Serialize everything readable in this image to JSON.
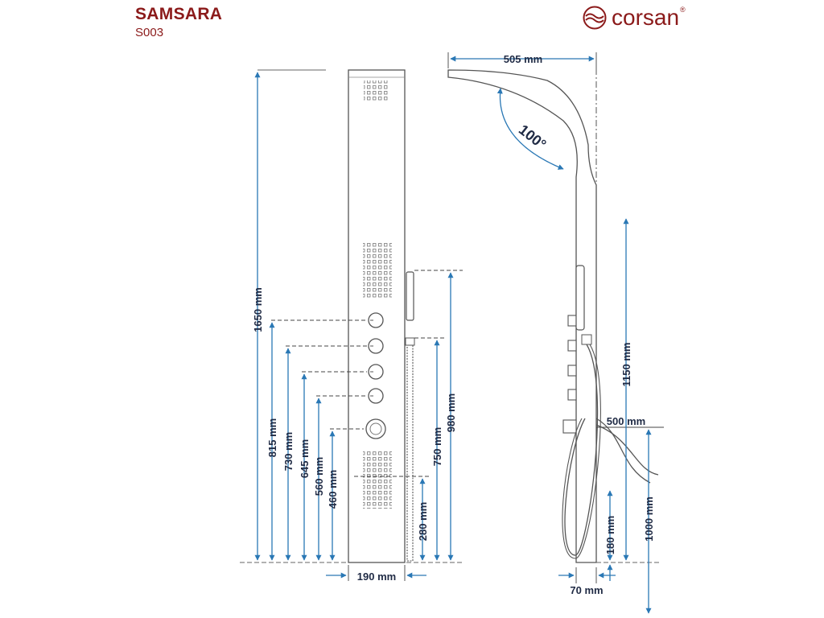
{
  "header": {
    "title": "SAMSARA",
    "model_code": "S003"
  },
  "brand": {
    "name": "corsan",
    "registered": "®"
  },
  "colors": {
    "brand": "#8b1a1a",
    "dimension_arrow": "#2a78b5",
    "outline": "#555555",
    "text": "#1f2a44"
  },
  "front_view": {
    "dimensions": {
      "total_height": "1650 mm",
      "h_815": "815 mm",
      "h_730": "730 mm",
      "h_645": "645 mm",
      "h_560": "560 mm",
      "h_460": "460 mm",
      "width": "190 mm",
      "hose_280": "280 mm",
      "hose_750": "750 mm",
      "hose_980": "980 mm"
    }
  },
  "side_view": {
    "dimensions": {
      "overhang": "505 mm",
      "angle": "100°",
      "h_1150": "1150 mm",
      "outlet_offset": "500 mm",
      "h_180": "180 mm",
      "h_1000": "1000 mm",
      "depth": "70 mm"
    }
  }
}
